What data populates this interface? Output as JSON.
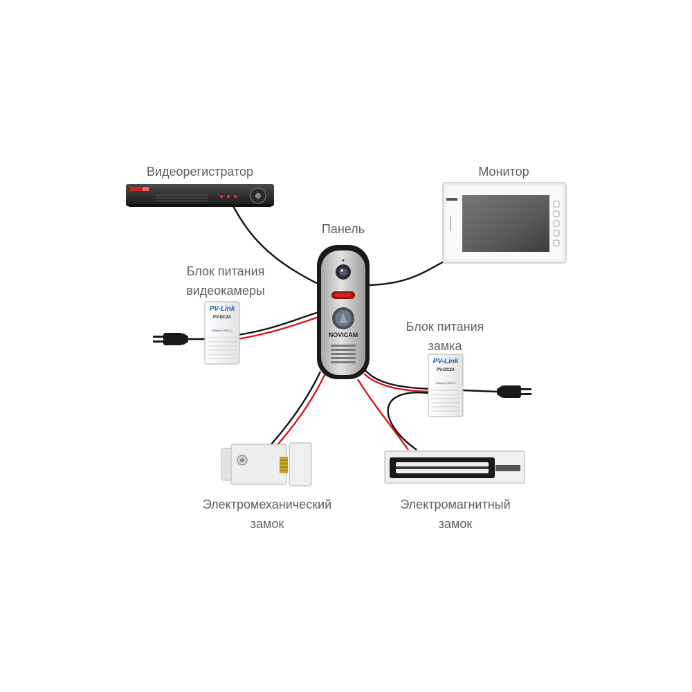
{
  "labels": {
    "dvr": "Видеорегистратор",
    "monitor": "Монитор",
    "panel": "Панель",
    "camera_psu": [
      "Блок питания",
      "видеокамеры"
    ],
    "lock_psu": [
      "Блок питания",
      "замка"
    ],
    "mech_lock": [
      "Электромеханический",
      "замок"
    ],
    "mag_lock": [
      "Электромагнитный",
      "замок"
    ]
  },
  "device_text": {
    "panel_brand": "NOVICAM",
    "psu_brand": "PV-Link",
    "psu_model": "PV-DC2A",
    "psu_site": "www.pv-link.ru"
  },
  "colors": {
    "wire_black": "#111111",
    "wire_red": "#e0131b",
    "label": "#5f5f5f",
    "panel_bezel": "#1a1a1a",
    "panel_face": "#c8c8c8"
  },
  "icons": [
    "dvr-icon",
    "monitor-icon",
    "door-panel-icon",
    "power-supply-icon",
    "plug-icon",
    "electromechanical-lock-icon",
    "electromagnetic-lock-icon"
  ]
}
